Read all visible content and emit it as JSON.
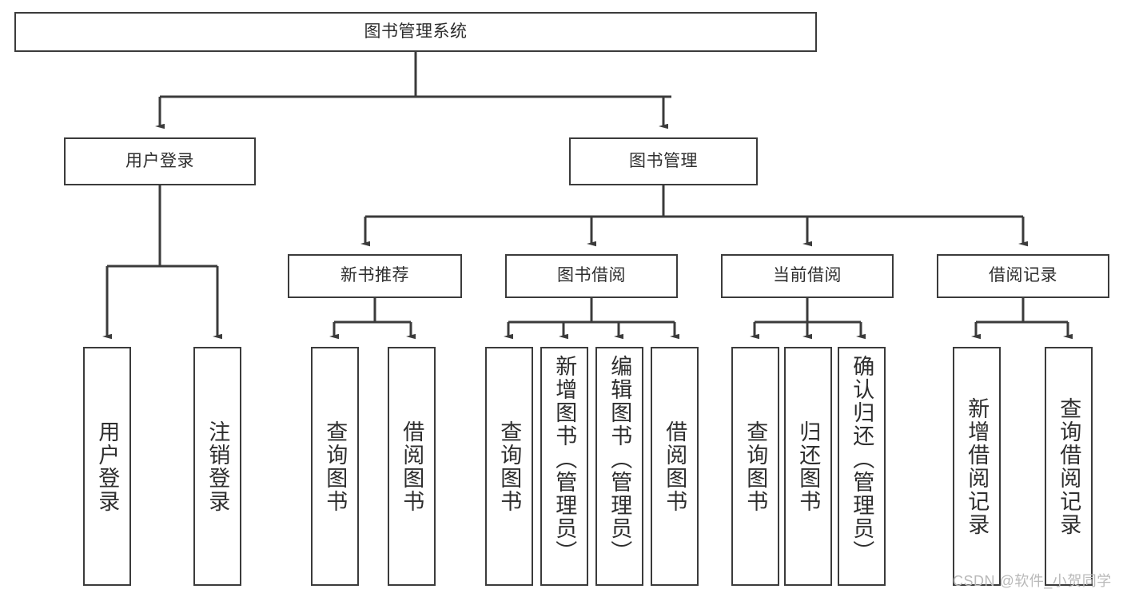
{
  "diagram": {
    "title": "图书管理系统",
    "type": "tree",
    "colors": {
      "box_border": "#3b3b3b",
      "box_fill": "#ffffff",
      "text": "#2e2e2e",
      "connector": "#3b3b3b",
      "watermark": "#b9b9b9"
    },
    "root": {
      "label": "图书管理系统"
    },
    "level1": [
      {
        "label": "用户登录"
      },
      {
        "label": "图书管理"
      }
    ],
    "level2": [
      {
        "label": "新书推荐"
      },
      {
        "label": "图书借阅"
      },
      {
        "label": "当前借阅"
      },
      {
        "label": "借阅记录"
      }
    ],
    "leaves": {
      "user_login": [
        {
          "label": "用户登录"
        },
        {
          "label": "注销登录"
        }
      ],
      "new_book_recommend": [
        {
          "label": "查询图书"
        },
        {
          "label": "借阅图书"
        }
      ],
      "book_borrow": [
        {
          "label": "查询图书"
        },
        {
          "label": "新增图书（管理员）"
        },
        {
          "label": "编辑图书（管理员）"
        },
        {
          "label": "借阅图书"
        }
      ],
      "current_borrow": [
        {
          "label": "查询图书"
        },
        {
          "label": "归还图书"
        },
        {
          "label": "确认归还（管理员）"
        }
      ],
      "borrow_record": [
        {
          "label": "新增借阅记录"
        },
        {
          "label": "查询借阅记录"
        }
      ]
    }
  },
  "watermark": {
    "text": "CSDN @软件_小贺同学"
  }
}
